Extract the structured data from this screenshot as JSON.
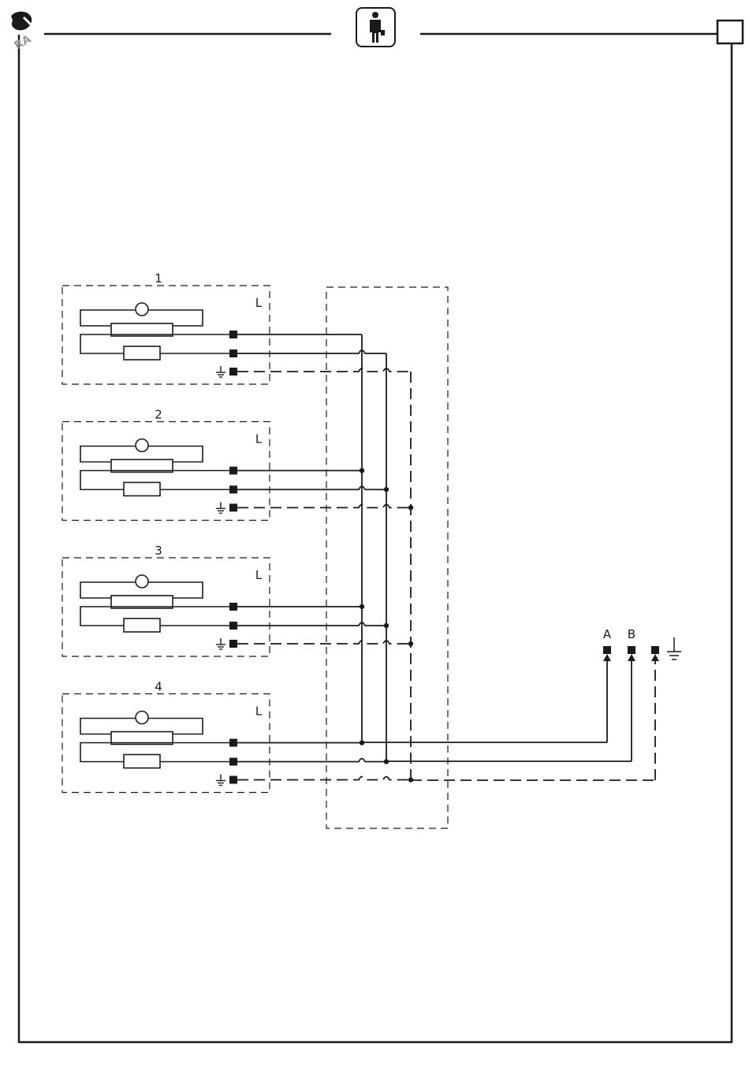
{
  "header": {
    "logo_text": "RA",
    "service_icon": "technician-icon",
    "page_box_value": ""
  },
  "modules": [
    {
      "number": "1",
      "tag": "L"
    },
    {
      "number": "2",
      "tag": "L"
    },
    {
      "number": "3",
      "tag": "L"
    },
    {
      "number": "4",
      "tag": "L"
    }
  ],
  "terminals": {
    "a": "A",
    "b": "B",
    "earth_icon": "ground-icon"
  },
  "colors": {
    "ink": "#1a1a1a",
    "background": "#ffffff"
  }
}
